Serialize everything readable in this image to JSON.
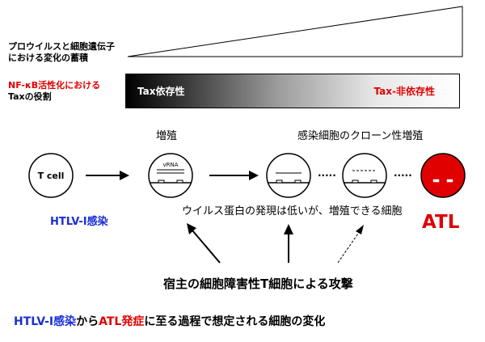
{
  "top_label_line1": "プロウイルスと細胞遺伝子",
  "top_label_line2": "における変化の蓄積",
  "nfkb_label_line1": "NF-κB活性化における",
  "nfkb_label_line2": "Taxの役割",
  "bar_left_text": "Tax依存性",
  "bar_right_text": "Tax-非依存性",
  "label_proliferation": "増殖",
  "label_clonal": "感染細胞のクローン性増殖",
  "cell_label": "T cell",
  "vrna_label": "vRNA",
  "htlv_infection": "HTLV-I感染",
  "low_viral_expression": "ウイルス蛋白の発現は低いが、増殖できる細胞",
  "atl_label": "ATL",
  "attack_label": "宿主の細胞障害性T細胞による攻撃",
  "caption": {
    "part1": "HTLV-I感染",
    "part2": "から",
    "part3": "ATL発症",
    "part4": "に至る過程で想定される細胞の変化"
  },
  "colors": {
    "red": "#e00000",
    "blue": "#1a2fd6"
  }
}
